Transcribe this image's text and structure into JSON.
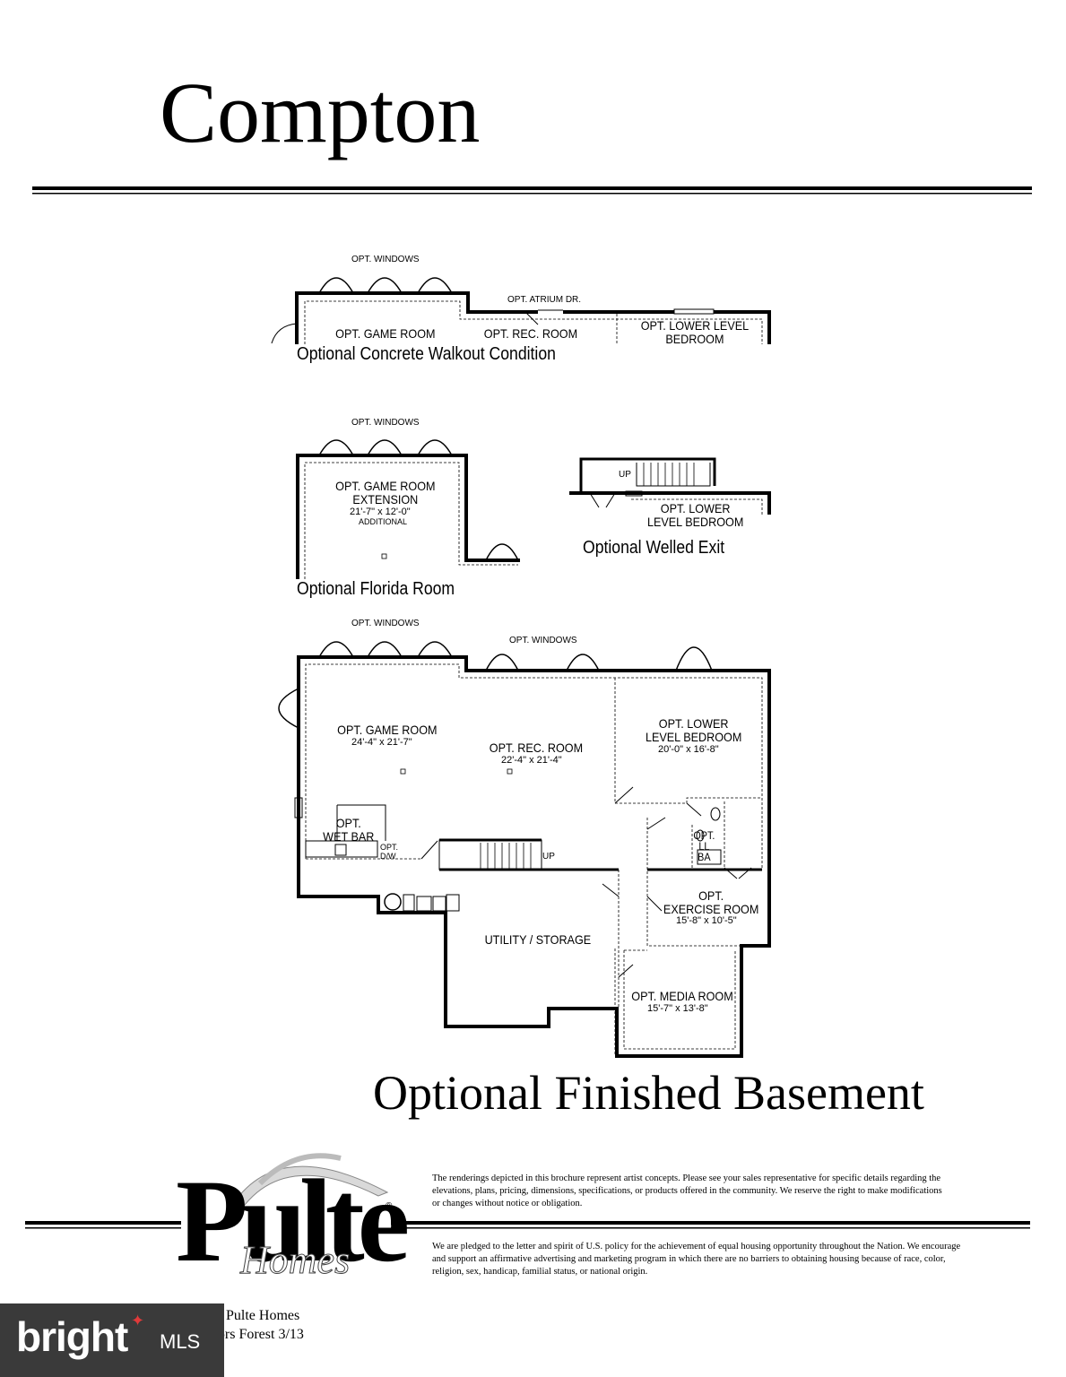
{
  "title": "Compton",
  "subtitle": "Optional Finished Basement",
  "walkout": {
    "windows_label": "OPT. WINDOWS",
    "atrium_label": "OPT. ATRIUM DR.",
    "game_room": "OPT. GAME ROOM",
    "rec_room": "OPT. REC. ROOM",
    "bedroom_line1": "OPT. LOWER LEVEL",
    "bedroom_line2": "BEDROOM",
    "caption": "Optional Concrete Walkout Condition"
  },
  "florida": {
    "windows_label": "OPT. WINDOWS",
    "room_line1": "OPT. GAME ROOM",
    "room_line2": "EXTENSION",
    "dims": "21'-7\" x 12'-0\"",
    "additional": "ADDITIONAL",
    "caption": "Optional Florida Room"
  },
  "welled": {
    "up": "UP",
    "bedroom_line1": "OPT. LOWER",
    "bedroom_line2": "LEVEL BEDROOM",
    "caption": "Optional Welled Exit"
  },
  "basement": {
    "windows_label_1": "OPT. WINDOWS",
    "windows_label_2": "OPT. WINDOWS",
    "game_room": "OPT. GAME ROOM",
    "game_room_dims": "24'-4\" x 21'-7\"",
    "rec_room": "OPT. REC. ROOM",
    "rec_room_dims": "22'-4\" x 21'-4\"",
    "bedroom_line1": "OPT. LOWER",
    "bedroom_line2": "LEVEL BEDROOM",
    "bedroom_dims": "20'-0\" x 16'-8\"",
    "wet_bar_line1": "OPT.",
    "wet_bar_line2": "WET BAR",
    "dw_line1": "OPT.",
    "dw_line2": "D/W",
    "up": "UP",
    "ba_line1": "OPT.",
    "ba_line2": "LL",
    "ba_line3": "BA",
    "exercise_line1": "OPT.",
    "exercise_line2": "EXERCISE ROOM",
    "exercise_dims": "15'-8\" x 10'-5\"",
    "utility": "UTILITY / STORAGE",
    "media": "OPT. MEDIA ROOM",
    "media_dims": "15'-7\" x 13'-8\""
  },
  "disclaimer_1": "The renderings depicted in this brochure represent artist concepts. Please see your sales representative for specific details regarding the elevations, plans, pricing, dimensions, specifications, or products offered in the community. We reserve the right to make modifications or changes without notice or obligation.",
  "disclaimer_2": "We are pledged to the letter and spirit of U.S. policy for the achievement of equal housing opportunity throughout the Nation. We encourage and support an affirmative advertising and marketing program in which there are no barriers to obtaining housing because of race, color, religion, sex, handicap, familial status, or national origin.",
  "logo": {
    "word": "Pulte",
    "script": "Homes",
    "reg": "®"
  },
  "footer_1": "Pulte Homes",
  "footer_2": "llors Forest 3/13",
  "badge": {
    "brand": "bright",
    "mls": "MLS"
  }
}
